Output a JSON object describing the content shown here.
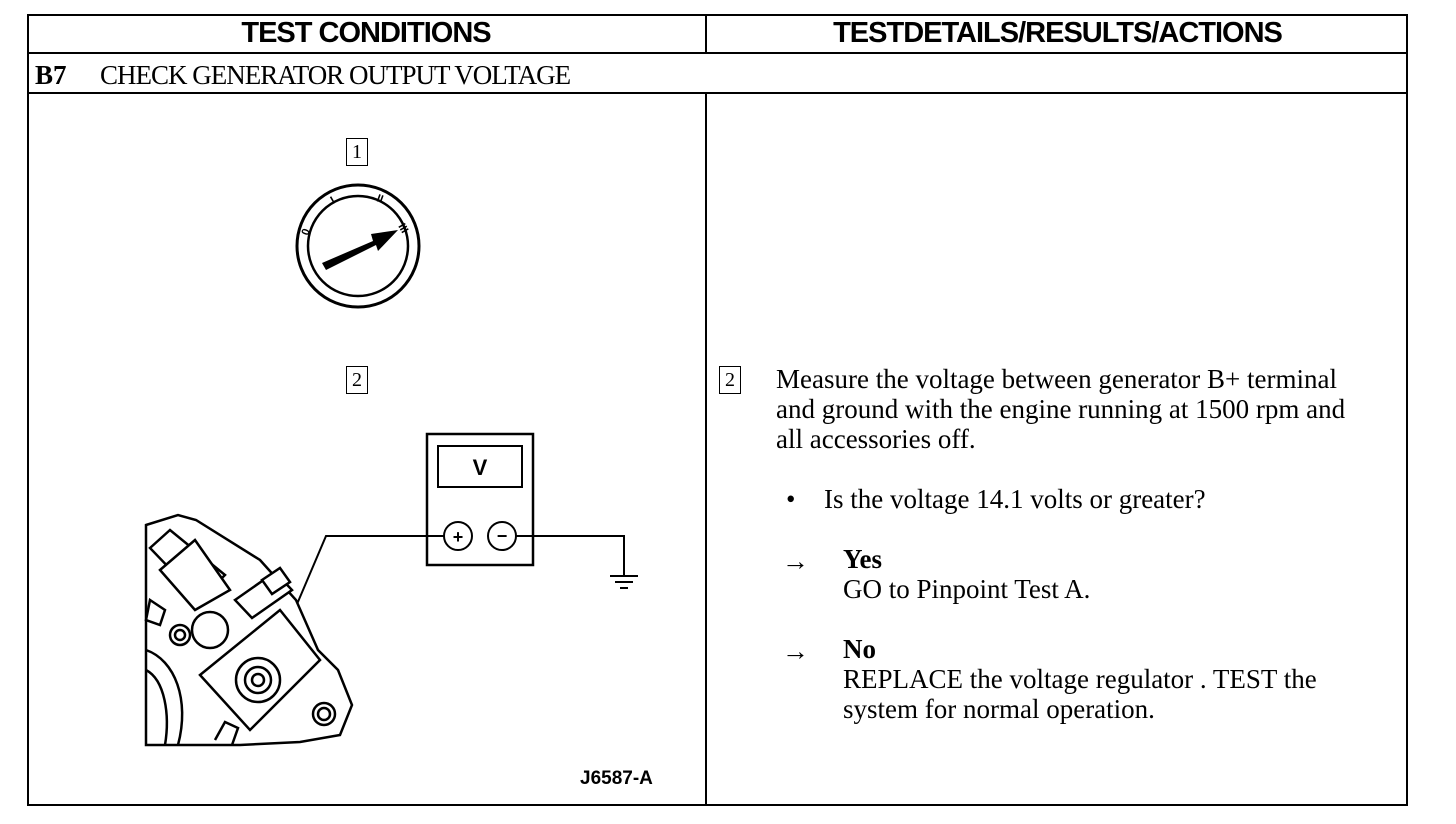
{
  "header": {
    "left": "TEST CONDITIONS",
    "right": "TESTDETAILS/RESULTS/ACTIONS"
  },
  "step": {
    "id": "B7",
    "title": "CHECK GENERATOR OUTPUT VOLTAGE"
  },
  "figure": {
    "callout_1": "1",
    "callout_2": "2",
    "ignition_positions": [
      "0",
      "I",
      "II",
      "III"
    ],
    "meter_symbol": "V",
    "plus": "+",
    "minus": "−",
    "figure_id": "J6587-A"
  },
  "details": {
    "callout": "2",
    "instruction": "Measure the voltage between generator B+ terminal and ground with the engine running at 1500 rpm and all accessories off.",
    "question": "Is the voltage 14.1 volts or greater?",
    "bullet": "•",
    "arrow": "→",
    "yes_label": "Yes",
    "yes_action": "GO to Pinpoint Test A.",
    "no_label": "No",
    "no_action": "REPLACE the voltage regulator . TEST the system for normal operation."
  }
}
